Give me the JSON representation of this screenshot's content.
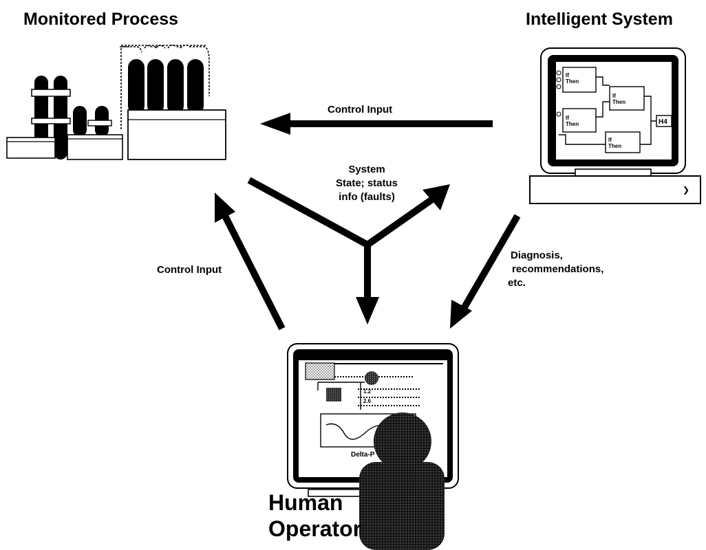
{
  "nodes": {
    "monitored_process": {
      "label": "Monitored Process"
    },
    "intelligent_system": {
      "label": "Intelligent System"
    },
    "human_operator": {
      "label_line1": "Human",
      "label_line2": "Operator"
    }
  },
  "edges": {
    "system_to_process": {
      "label": "Control Input"
    },
    "operator_to_process": {
      "label": "Control Input"
    },
    "process_state": {
      "label_line1": "System",
      "label_line2": "State; status",
      "label_line3": "info (faults)"
    },
    "system_to_operator": {
      "label_line1": "Diagnosis,",
      "label_line2": "recommendations,",
      "label_line3": "etc."
    }
  },
  "intelligent_system_screen": {
    "rule_if": "If",
    "rule_then": "Then",
    "output_label": "H4"
  },
  "operator_screen": {
    "caption": "Delta-P",
    "row_labels": [
      "1.2",
      "2.6"
    ]
  },
  "colors": {
    "ink": "#000000",
    "background": "#ffffff",
    "screen_gray": "#bdbdbd",
    "stipple": "#888888"
  }
}
